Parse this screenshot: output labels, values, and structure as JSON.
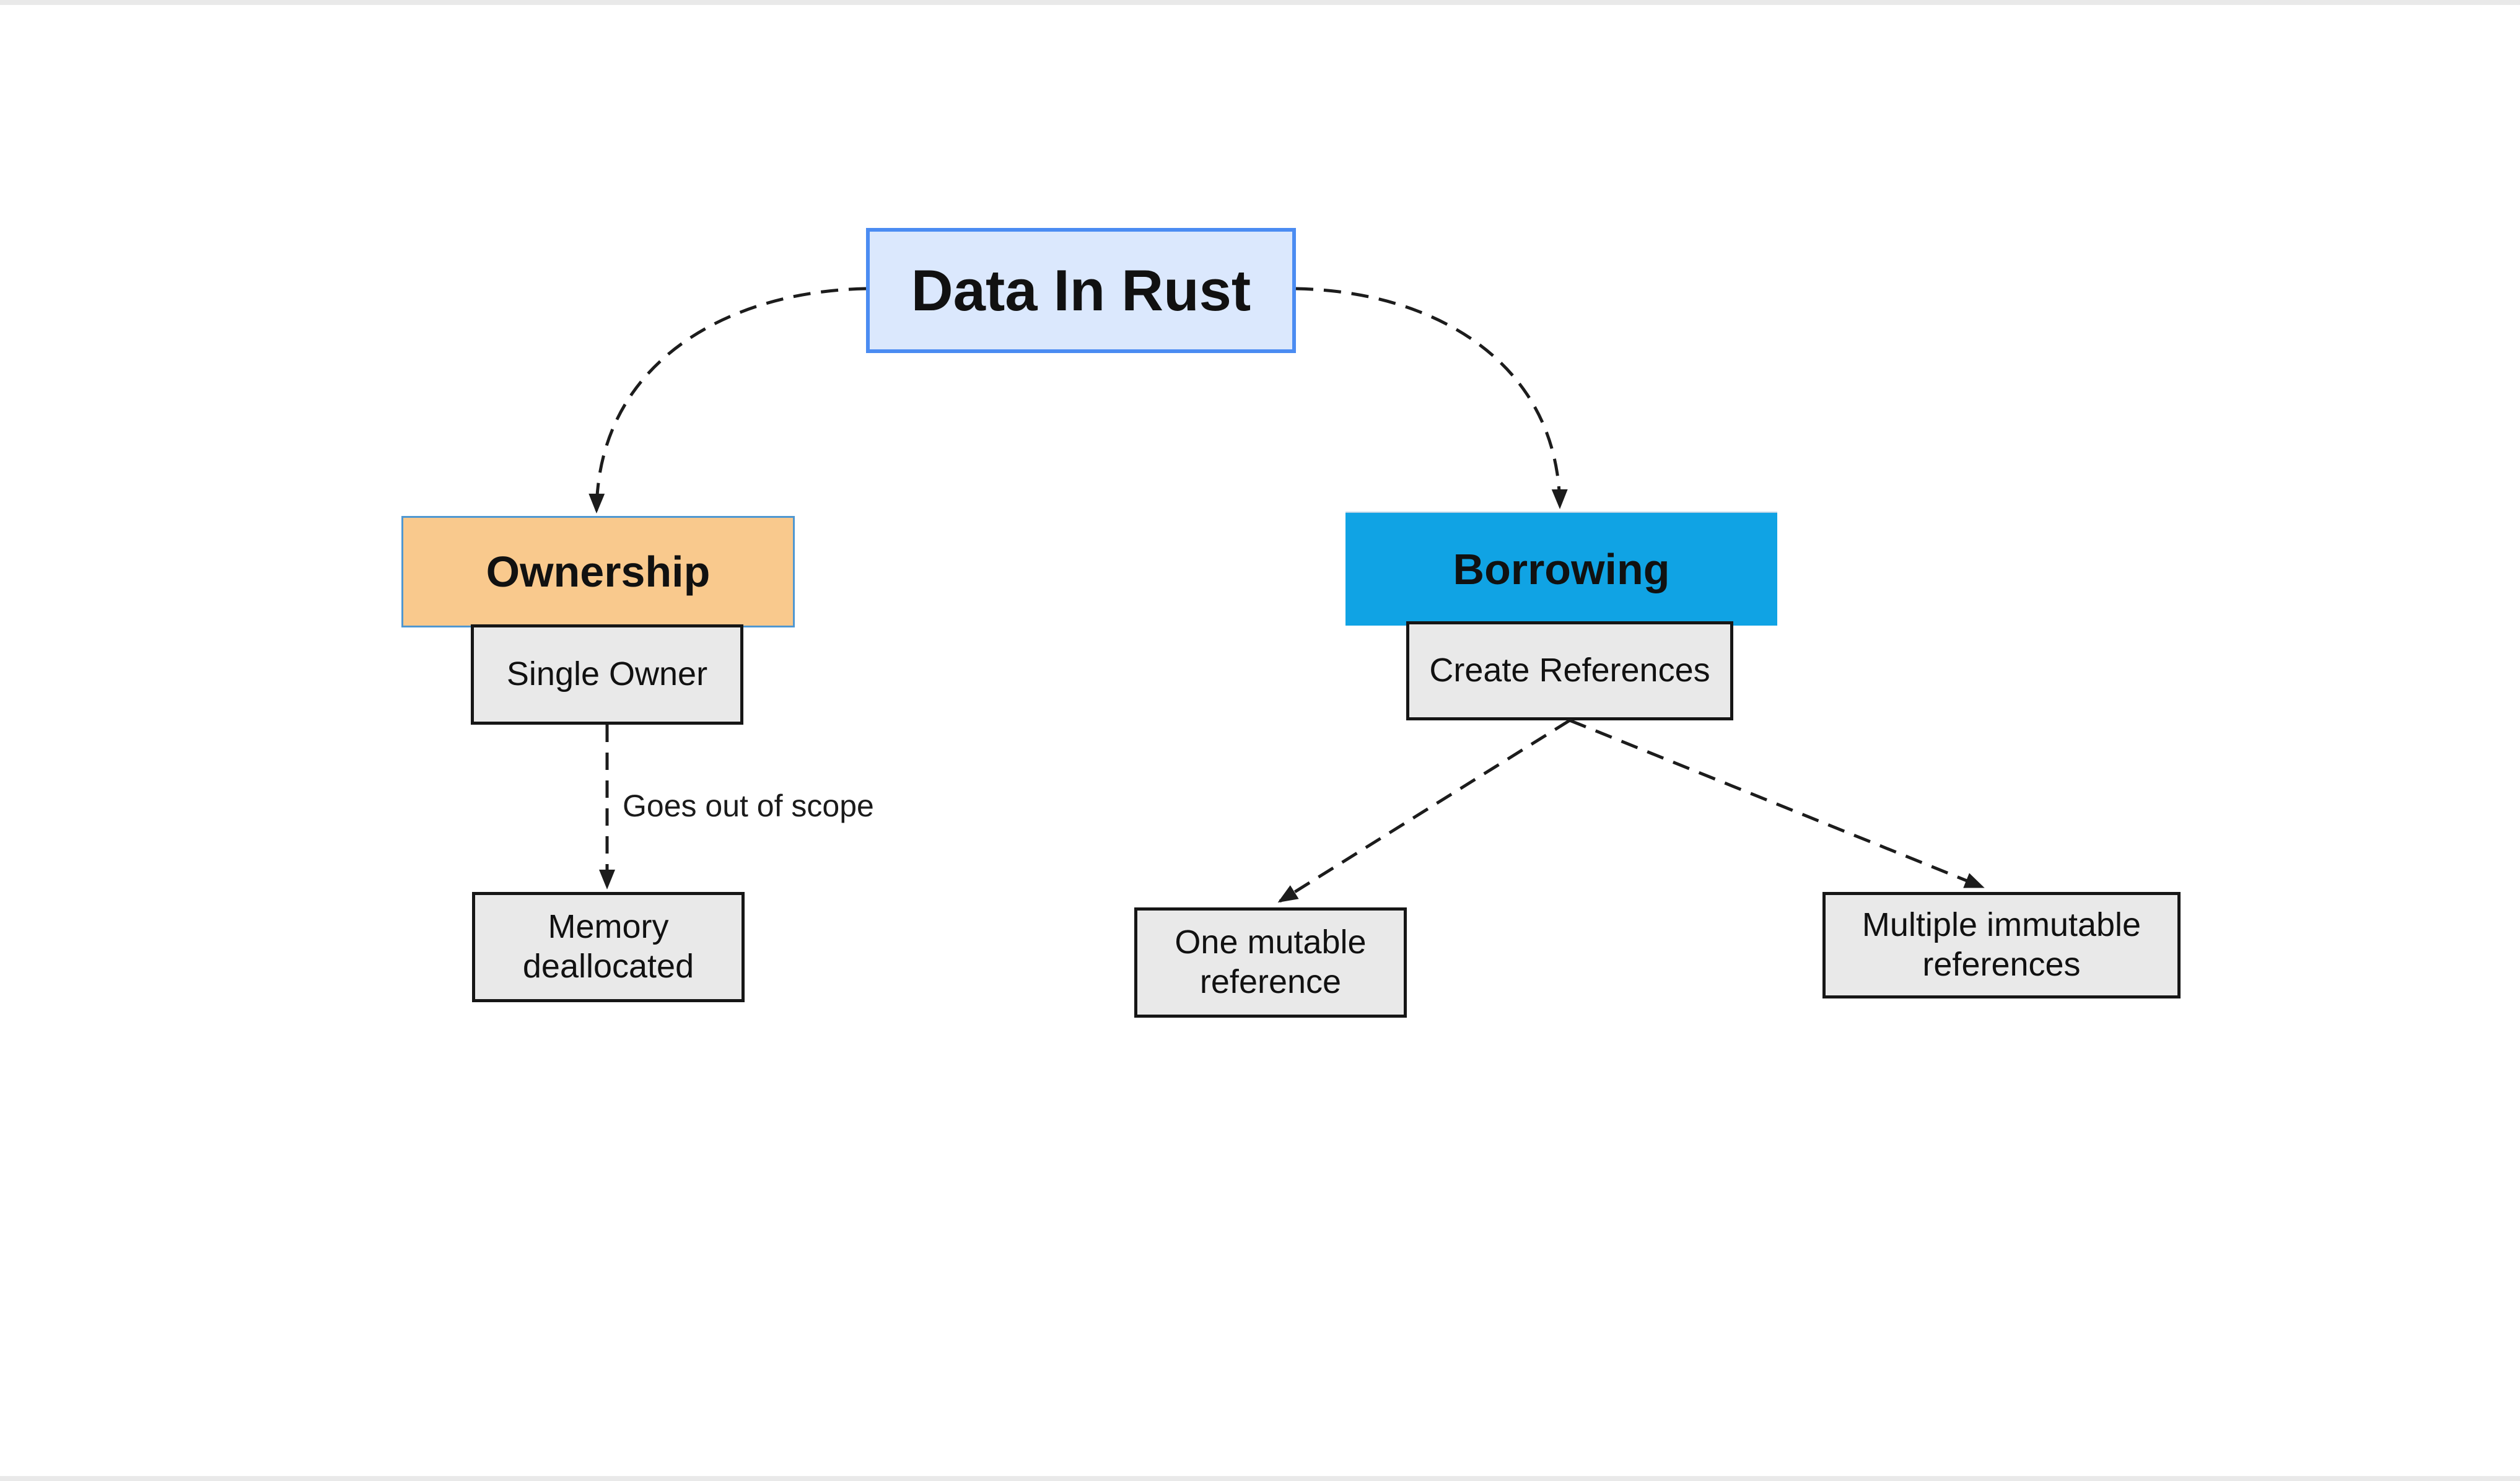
{
  "canvas": {
    "background": "#ffffff",
    "edge_strip_color": "#e9e9e9"
  },
  "colors": {
    "title_fill": "#dbe8fd",
    "title_border": "#4b8cf2",
    "ownership_fill": "#f9c98d",
    "ownership_border": "#4f97d1",
    "borrowing_fill": "#10a3e4",
    "flow_node_fill": "#e9e9e9",
    "flow_node_border": "#161616",
    "edge_stroke": "#1c1c1c",
    "text": "#111111"
  },
  "nodes": {
    "title": {
      "label": "Data In Rust"
    },
    "ownership": {
      "label": "Ownership"
    },
    "borrowing": {
      "label": "Borrowing"
    },
    "single_owner": {
      "label": "Single Owner"
    },
    "create_references": {
      "label": "Create References"
    },
    "memory_deallocated": {
      "label": "Memory deallocated"
    },
    "one_mutable": {
      "label": "One mutable reference"
    },
    "multiple_immutable": {
      "label": "Multiple immutable references"
    }
  },
  "edges": [
    {
      "from": "title",
      "to": "ownership",
      "style": "dashed-curved-arrow",
      "label": ""
    },
    {
      "from": "title",
      "to": "borrowing",
      "style": "dashed-curved-arrow",
      "label": ""
    },
    {
      "from": "single_owner",
      "to": "memory_deallocated",
      "style": "dashed-arrow",
      "label": "Goes out of scope"
    },
    {
      "from": "create_references",
      "to": "one_mutable",
      "style": "dashed-arrow",
      "label": ""
    },
    {
      "from": "create_references",
      "to": "multiple_immutable",
      "style": "dashed-arrow",
      "label": ""
    }
  ]
}
